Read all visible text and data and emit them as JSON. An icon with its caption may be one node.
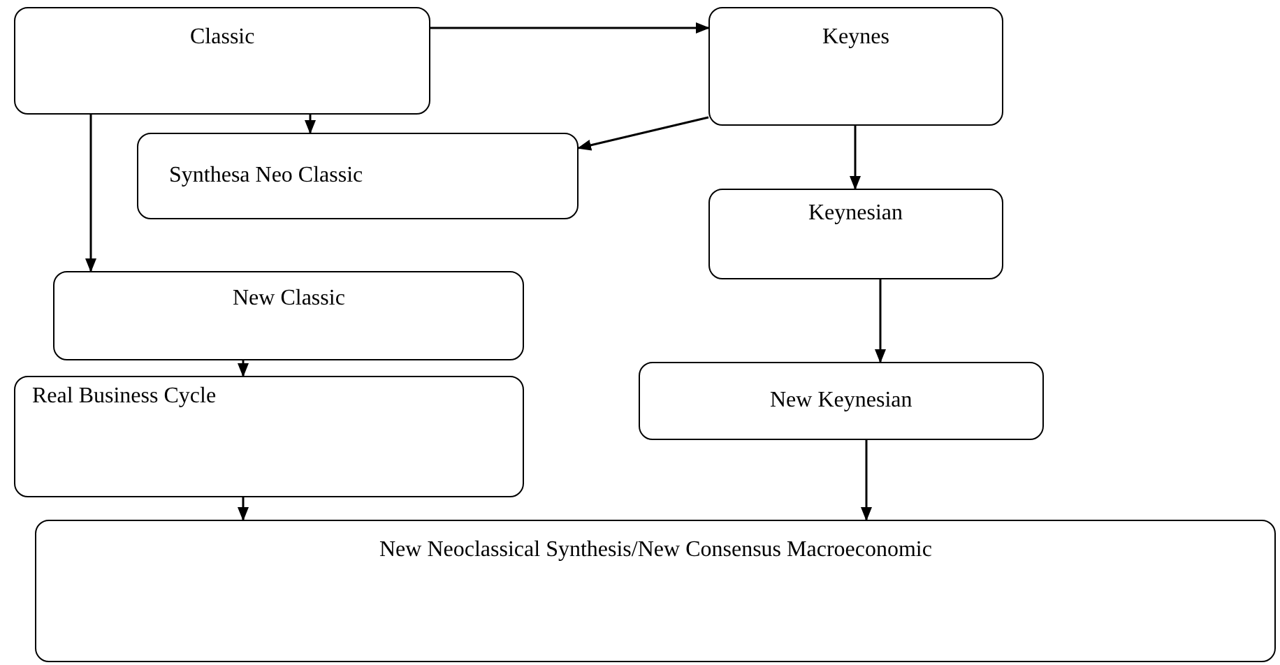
{
  "diagram": {
    "nodes": [
      {
        "text": [
          "Classic"
        ]
      },
      {
        "text": [
          "Keynes"
        ]
      },
      {
        "text": [
          "Synthesa Neo Classic"
        ]
      },
      {
        "text": [
          "Keynesian"
        ]
      },
      {
        "text": [
          "New Classic"
        ]
      },
      {
        "text": [
          "New Keynesian"
        ]
      },
      {
        "text": [
          "Real Business Cycle"
        ]
      },
      {
        "text": [
          "New Neoclassical Synthesis/New Consensus Macroeconomic"
        ]
      }
    ],
    "edges": [
      {
        "from": 0,
        "to": 2,
        "arrow": "to"
      },
      {
        "from": 0,
        "to": 4,
        "arrow": "to"
      },
      {
        "from": 0,
        "to": 1,
        "arrow": "to"
      },
      {
        "from": 1,
        "to": 2,
        "arrow": "to"
      },
      {
        "from": 1,
        "to": 3,
        "arrow": "to"
      },
      {
        "from": 3,
        "to": 5,
        "arrow": "to"
      },
      {
        "from": 4,
        "to": 6,
        "arrow": "to"
      },
      {
        "from": 6,
        "to": 7,
        "arrow": "to"
      },
      {
        "from": 5,
        "to": 7,
        "arrow": "to"
      }
    ]
  }
}
